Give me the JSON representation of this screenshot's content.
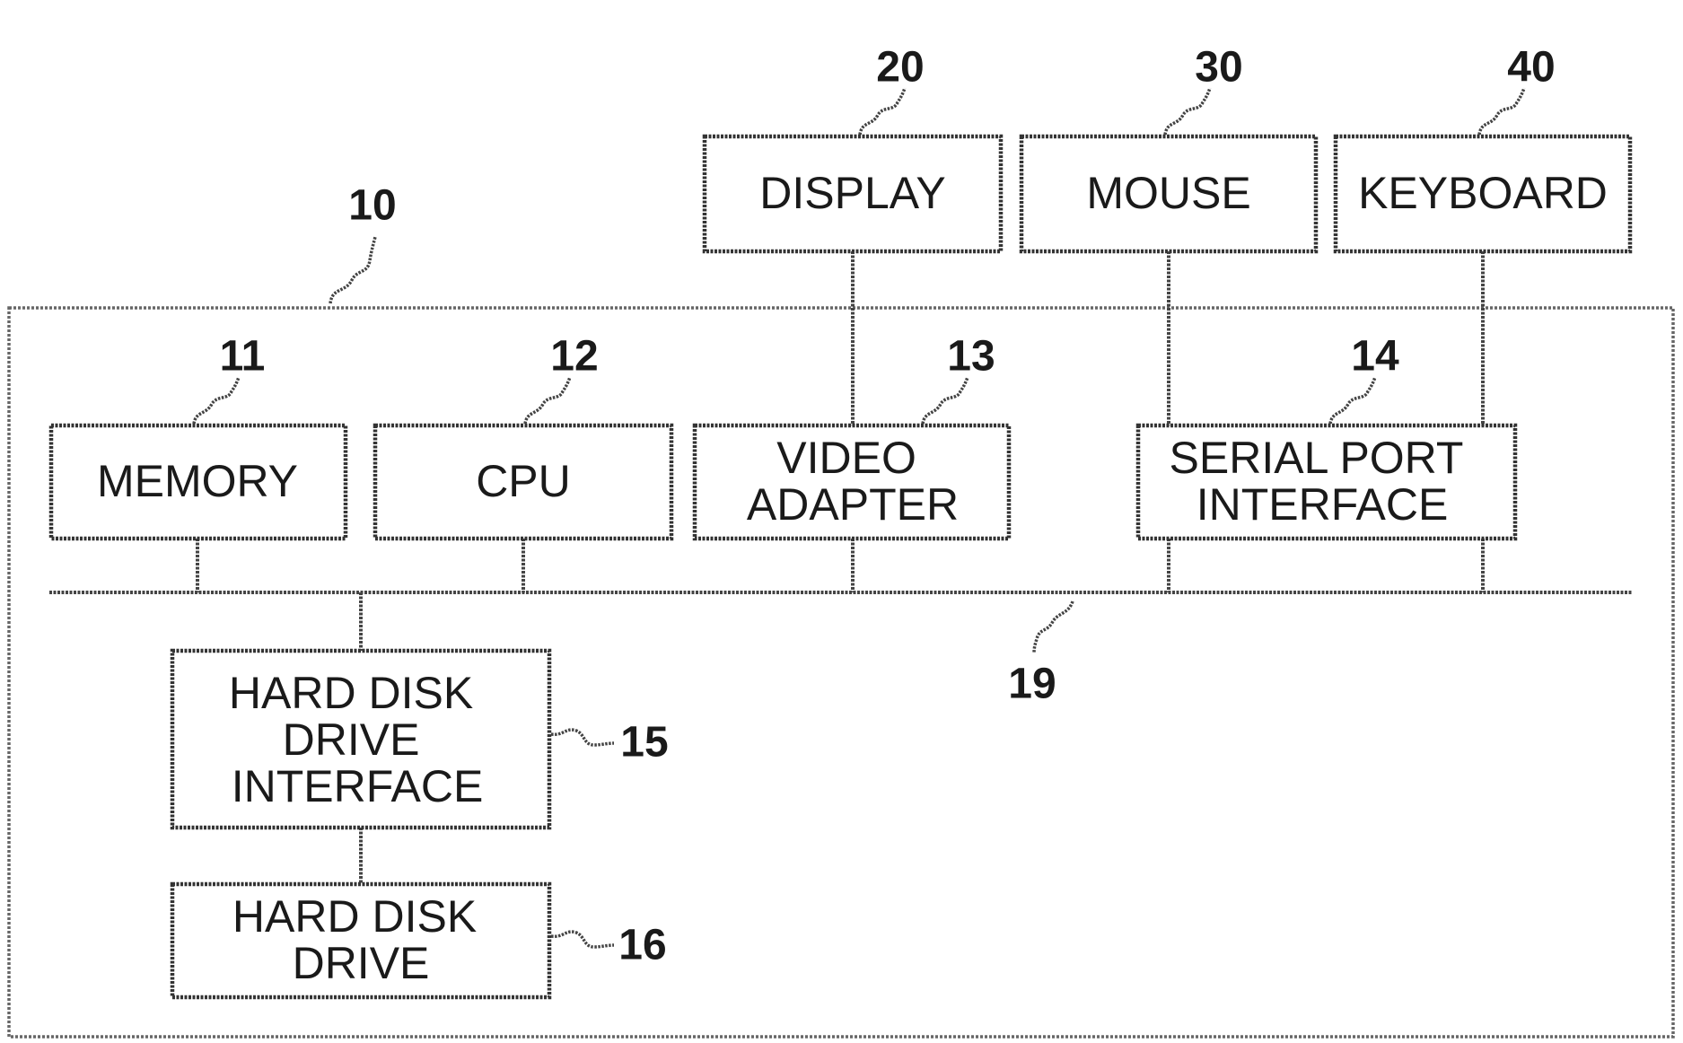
{
  "system": {
    "ref": "10"
  },
  "bus": {
    "ref": "19"
  },
  "components": {
    "display": {
      "lines": [
        "DISPLAY"
      ],
      "ref": "20"
    },
    "mouse": {
      "lines": [
        "MOUSE"
      ],
      "ref": "30"
    },
    "keyboard": {
      "lines": [
        "KEYBOARD"
      ],
      "ref": "40"
    },
    "memory": {
      "lines": [
        "MEMORY"
      ],
      "ref": "11"
    },
    "cpu": {
      "lines": [
        "CPU"
      ],
      "ref": "12"
    },
    "video_adapter": {
      "lines": [
        "VIDEO",
        "ADAPTER"
      ],
      "ref": "13"
    },
    "serial_port_interface": {
      "lines": [
        "SERIAL PORT",
        "INTERFACE"
      ],
      "ref": "14"
    },
    "hdd_interface": {
      "lines": [
        "HARD DISK",
        "DRIVE",
        "INTERFACE"
      ],
      "ref": "15"
    },
    "hdd": {
      "lines": [
        "HARD DISK",
        "DRIVE"
      ],
      "ref": "16"
    }
  }
}
